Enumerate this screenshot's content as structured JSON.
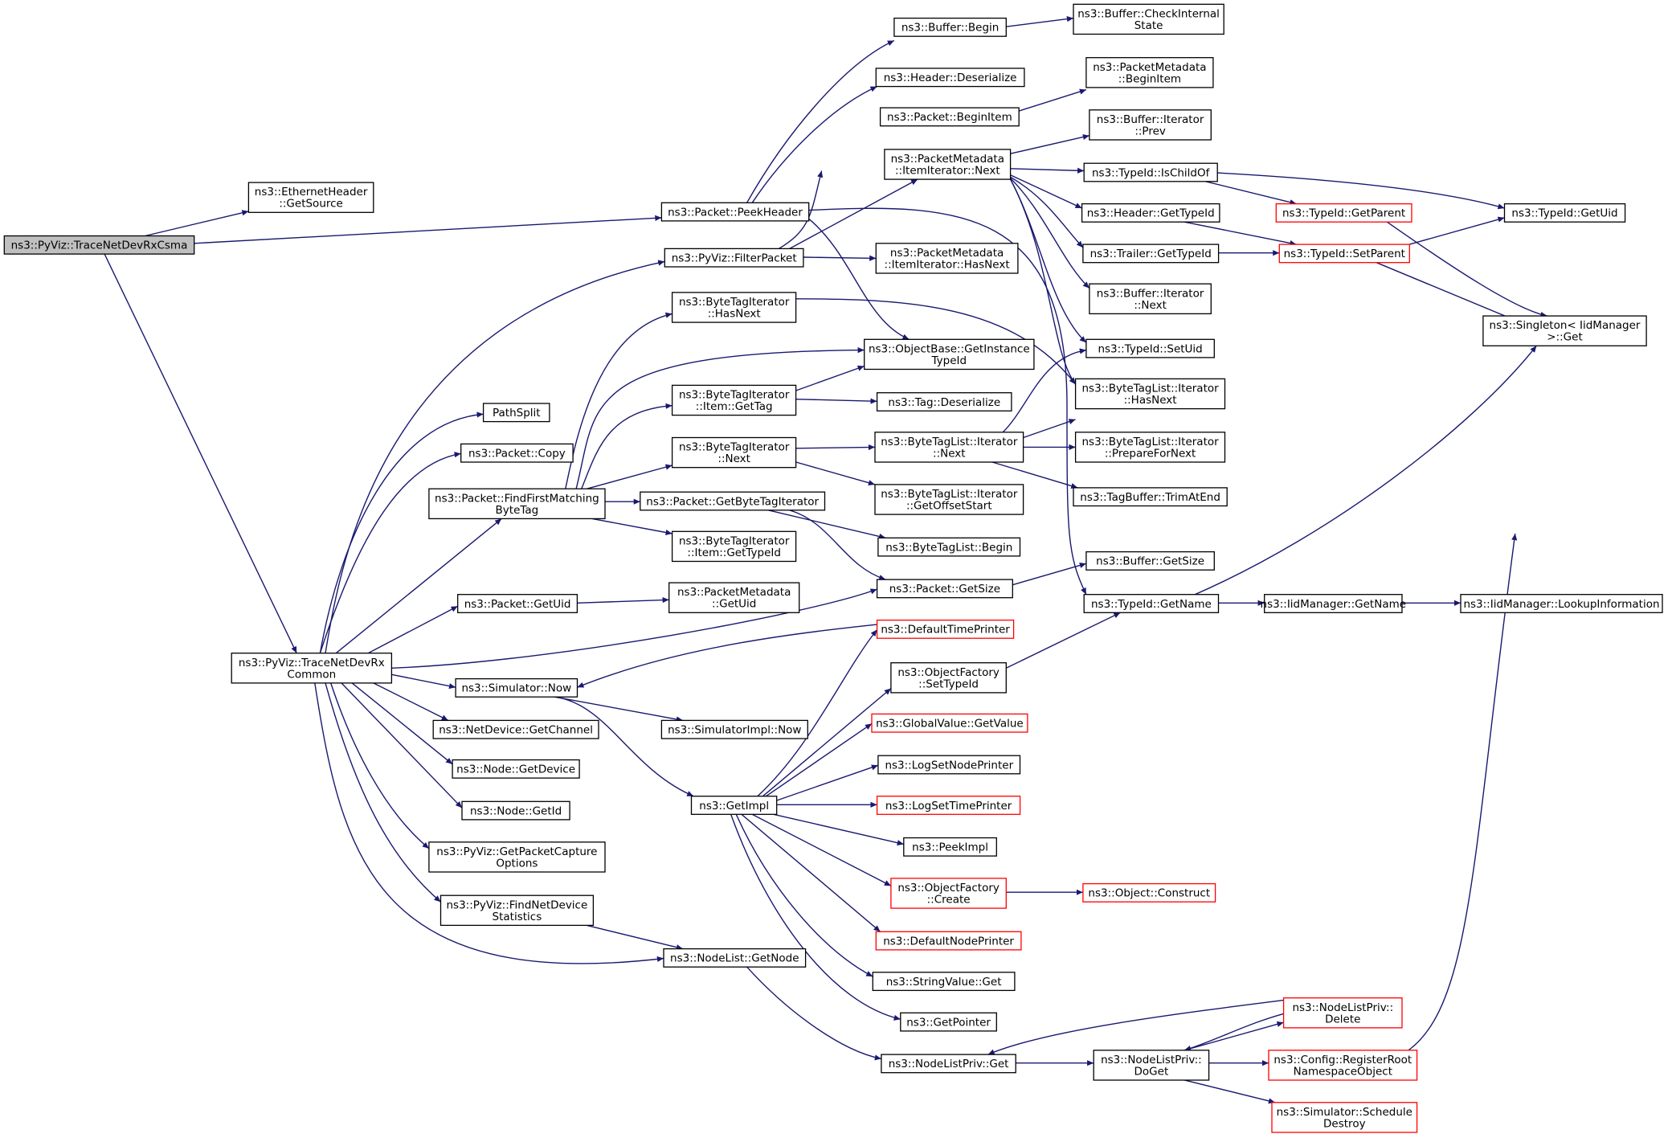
{
  "colors": {
    "edge": "#191970",
    "node_border": "#000000",
    "truncated_border": "#ff0000",
    "root_fill": "#bfbfbf",
    "node_fill": "#ffffff"
  },
  "nodes": {
    "n0": {
      "lines": [
        "ns3::PyViz::TraceNetDevRxCsma"
      ]
    },
    "n1": {
      "lines": [
        "ns3::EthernetHeader",
        "::GetSource"
      ]
    },
    "n2": {
      "lines": [
        "ns3::Packet::PeekHeader"
      ]
    },
    "n3": {
      "lines": [
        "ns3::PyViz::TraceNetDevRx",
        "Common"
      ]
    },
    "n4": {
      "lines": [
        "ns3::Buffer::Begin"
      ]
    },
    "n5": {
      "lines": [
        "ns3::Buffer::CheckInternal",
        "State"
      ]
    },
    "n6": {
      "lines": [
        "ns3::Header::Deserialize"
      ]
    },
    "n7": {
      "lines": [
        "ns3::PacketMetadata",
        "::BeginItem"
      ]
    },
    "n8": {
      "lines": [
        "ns3::Packet::BeginItem"
      ]
    },
    "n9": {
      "lines": [
        "ns3::Buffer::Iterator",
        "::Prev"
      ]
    },
    "n10": {
      "lines": [
        "ns3::PacketMetadata",
        "::ItemIterator::Next"
      ]
    },
    "n11": {
      "lines": [
        "ns3::TypeId::IsChildOf"
      ]
    },
    "n12": {
      "lines": [
        "ns3::TypeId::GetParent"
      ]
    },
    "n13": {
      "lines": [
        "ns3::TypeId::GetUid"
      ]
    },
    "n14": {
      "lines": [
        "ns3::Header::GetTypeId"
      ]
    },
    "n15": {
      "lines": [
        "ns3::PyViz::FilterPacket"
      ]
    },
    "n16": {
      "lines": [
        "ns3::PacketMetadata",
        "::ItemIterator::HasNext"
      ]
    },
    "n17": {
      "lines": [
        "ns3::Trailer::GetTypeId"
      ]
    },
    "n18": {
      "lines": [
        "ns3::TypeId::SetParent"
      ]
    },
    "n19": {
      "lines": [
        "ns3::Buffer::Iterator",
        "::Next"
      ]
    },
    "n20": {
      "lines": [
        "ns3::Singleton< IidManager",
        " >::Get"
      ]
    },
    "n21": {
      "lines": [
        "ns3::ByteTagIterator",
        "::HasNext"
      ]
    },
    "n22": {
      "lines": [
        "ns3::ObjectBase::GetInstance",
        "TypeId"
      ]
    },
    "n23": {
      "lines": [
        "ns3::TypeId::SetUid"
      ]
    },
    "n24": {
      "lines": [
        "ns3::ByteTagIterator",
        "::Item::GetTag"
      ]
    },
    "n25": {
      "lines": [
        "ns3::ByteTagList::Iterator",
        "::HasNext"
      ]
    },
    "n26": {
      "lines": [
        "ns3::Tag::Deserialize"
      ]
    },
    "n27": {
      "lines": [
        "PathSplit"
      ]
    },
    "n28": {
      "lines": [
        "ns3::Packet::Copy"
      ]
    },
    "n29": {
      "lines": [
        "ns3::ByteTagIterator",
        "::Next"
      ]
    },
    "n30": {
      "lines": [
        "ns3::ByteTagList::Iterator",
        "::Next"
      ]
    },
    "n31": {
      "lines": [
        "ns3::ByteTagList::Iterator",
        "::PrepareForNext"
      ]
    },
    "n32": {
      "lines": [
        "ns3::Packet::FindFirstMatching",
        "ByteTag"
      ]
    },
    "n33": {
      "lines": [
        "ns3::Packet::GetByteTagIterator"
      ]
    },
    "n34": {
      "lines": [
        "ns3::TagBuffer::TrimAtEnd"
      ]
    },
    "n35": {
      "lines": [
        "ns3::ByteTagList::Iterator",
        "::GetOffsetStart"
      ]
    },
    "n36": {
      "lines": [
        "ns3::ByteTagIterator",
        "::Item::GetTypeId"
      ]
    },
    "n37": {
      "lines": [
        "ns3::ByteTagList::Begin"
      ]
    },
    "n38": {
      "lines": [
        "ns3::Buffer::GetSize"
      ]
    },
    "n39": {
      "lines": [
        "ns3::PacketMetadata",
        "::GetUid"
      ]
    },
    "n40": {
      "lines": [
        "ns3::Packet::GetUid"
      ]
    },
    "n41": {
      "lines": [
        "ns3::Packet::GetSize"
      ]
    },
    "n42": {
      "lines": [
        "ns3::TypeId::GetName"
      ]
    },
    "n43": {
      "lines": [
        "ns3::IidManager::GetName"
      ]
    },
    "n44": {
      "lines": [
        "ns3::IidManager::LookupInformation"
      ]
    },
    "n45": {
      "lines": [
        "ns3::DefaultTimePrinter"
      ]
    },
    "n46": {
      "lines": [
        "ns3::Simulator::Now"
      ]
    },
    "n47": {
      "lines": [
        "ns3::ObjectFactory",
        "::SetTypeId"
      ]
    },
    "n48": {
      "lines": [
        "ns3::NetDevice::GetChannel"
      ]
    },
    "n49": {
      "lines": [
        "ns3::SimulatorImpl::Now"
      ]
    },
    "n50": {
      "lines": [
        "ns3::GlobalValue::GetValue"
      ]
    },
    "n51": {
      "lines": [
        "ns3::Node::GetDevice"
      ]
    },
    "n52": {
      "lines": [
        "ns3::LogSetNodePrinter"
      ]
    },
    "n53": {
      "lines": [
        "ns3::GetImpl"
      ]
    },
    "n54": {
      "lines": [
        "ns3::LogSetTimePrinter"
      ]
    },
    "n55": {
      "lines": [
        "ns3::Node::GetId"
      ]
    },
    "n56": {
      "lines": [
        "ns3::PeekImpl"
      ]
    },
    "n57": {
      "lines": [
        "ns3::PyViz::GetPacketCapture",
        "Options"
      ]
    },
    "n58": {
      "lines": [
        "ns3::ObjectFactory",
        "::Create"
      ]
    },
    "n59": {
      "lines": [
        "ns3::Object::Construct"
      ]
    },
    "n60": {
      "lines": [
        "ns3::PyViz::FindNetDevice",
        "Statistics"
      ]
    },
    "n61": {
      "lines": [
        "ns3::DefaultNodePrinter"
      ]
    },
    "n62": {
      "lines": [
        "ns3::NodeList::GetNode"
      ]
    },
    "n63": {
      "lines": [
        "ns3::StringValue::Get"
      ]
    },
    "n64": {
      "lines": [
        "ns3::GetPointer"
      ]
    },
    "n65": {
      "lines": [
        "ns3::NodeListPriv::",
        "Delete"
      ]
    },
    "n66": {
      "lines": [
        "ns3::NodeListPriv::Get"
      ]
    },
    "n67": {
      "lines": [
        "ns3::NodeListPriv::",
        "DoGet"
      ]
    },
    "n68": {
      "lines": [
        "ns3::Config::RegisterRoot",
        "NamespaceObject"
      ]
    },
    "n69": {
      "lines": [
        "ns3::Simulator::Schedule",
        "Destroy"
      ]
    }
  }
}
